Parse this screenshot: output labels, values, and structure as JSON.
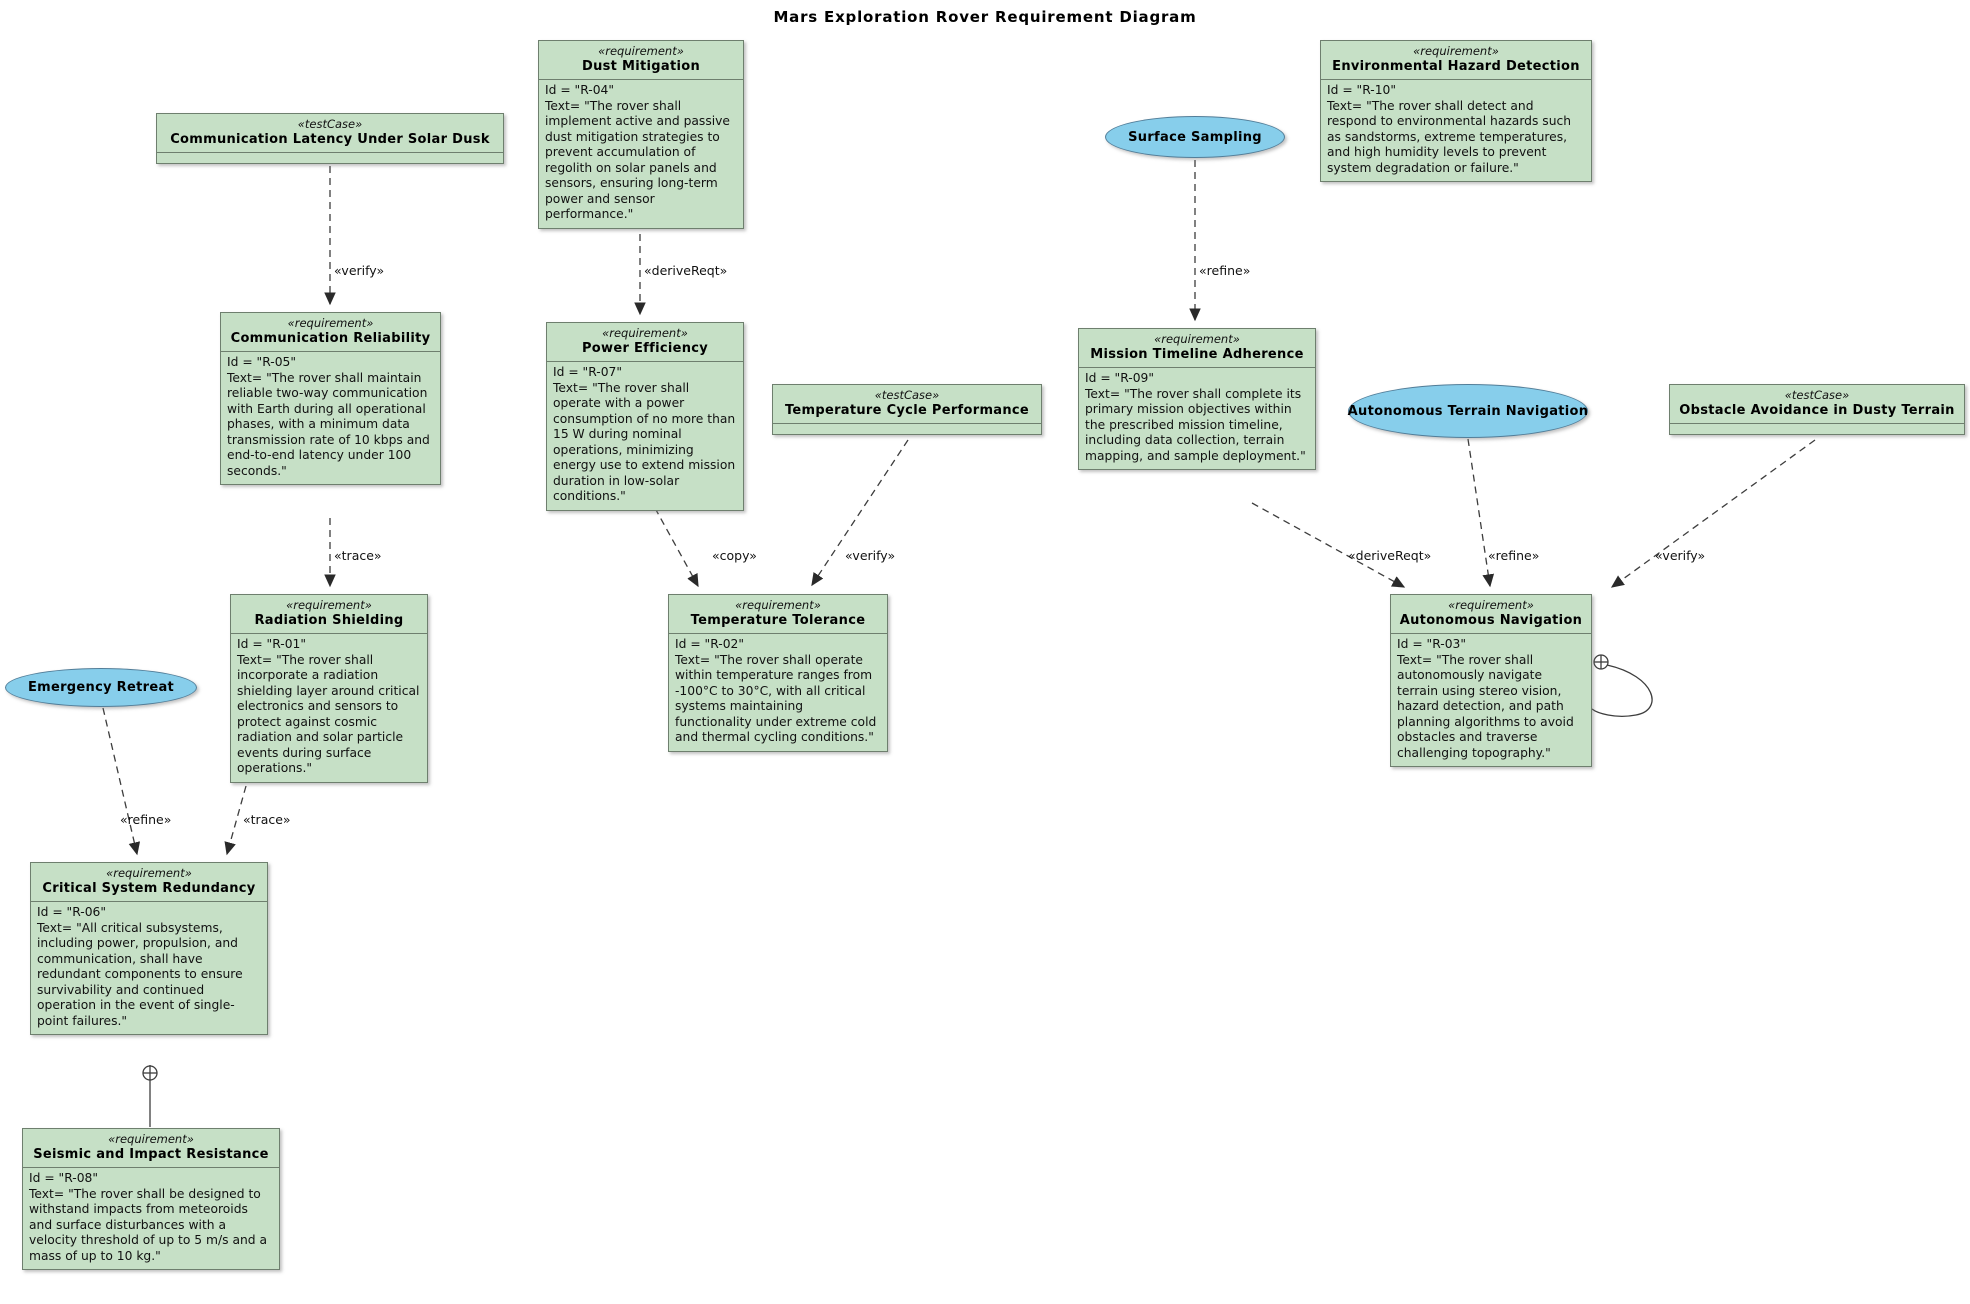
{
  "title": "Mars Exploration Rover Requirement Diagram",
  "colors": {
    "requirement_fill": "#c6e0c6",
    "requirement_border": "#6e7f6e",
    "usecase_fill": "#87ceeb",
    "usecase_border": "#527e99",
    "edge_stroke": "#3d3d3d"
  },
  "icons": {
    "containment_icon": "⊕ (circle with cross, containment connector)",
    "arrowhead_icon": "▼ (filled triangle arrowhead)"
  },
  "requirements": {
    "dust_mitigation": {
      "stereotype": "«requirement»",
      "name": "Dust Mitigation",
      "id": "Id =  \"R-04\"",
      "text": "Text= \"The rover shall implement active and passive dust mitigation strategies to prevent accumulation of regolith on solar panels and sensors, ensuring long-term power and sensor performance.\""
    },
    "environmental_hazard_detection": {
      "stereotype": "«requirement»",
      "name": "Environmental Hazard Detection",
      "id": "Id =  \"R-10\"",
      "text": "Text= \"The rover shall detect and respond to environmental hazards such as sandstorms, extreme temperatures, and high humidity levels to prevent system degradation or failure.\""
    },
    "communication_reliability": {
      "stereotype": "«requirement»",
      "name": "Communication Reliability",
      "id": "Id =  \"R-05\"",
      "text": "Text= \"The rover shall maintain reliable two-way communication with Earth during all operational phases, with a minimum data transmission rate of 10 kbps and end-to-end latency under 100 seconds.\""
    },
    "power_efficiency": {
      "stereotype": "«requirement»",
      "name": "Power Efficiency",
      "id": "Id =  \"R-07\"",
      "text": "Text= \"The rover shall operate with a power consumption of no more than 15 W during nominal operations, minimizing energy use to extend mission duration in low-solar conditions.\""
    },
    "mission_timeline_adherence": {
      "stereotype": "«requirement»",
      "name": "Mission Timeline Adherence",
      "id": "Id =  \"R-09\"",
      "text": "Text= \"The rover shall complete its primary mission objectives within the prescribed mission timeline, including data collection, terrain mapping, and sample deployment.\""
    },
    "radiation_shielding": {
      "stereotype": "«requirement»",
      "name": "Radiation Shielding",
      "id": "Id =  \"R-01\"",
      "text": "Text= \"The rover shall incorporate a radiation shielding layer around critical electronics and sensors to protect against cosmic radiation and solar particle events during surface operations.\""
    },
    "temperature_tolerance": {
      "stereotype": "«requirement»",
      "name": "Temperature Tolerance",
      "id": "Id =  \"R-02\"",
      "text": "Text= \"The rover shall operate within temperature ranges from -100°C to 30°C, with all critical systems maintaining functionality under extreme cold and thermal cycling conditions.\""
    },
    "autonomous_navigation": {
      "stereotype": "«requirement»",
      "name": "Autonomous Navigation",
      "id": "Id =  \"R-03\"",
      "text": "Text= \"The rover shall autonomously navigate terrain using stereo vision, hazard detection, and path planning algorithms to avoid obstacles and traverse challenging topography.\""
    },
    "critical_system_redundancy": {
      "stereotype": "«requirement»",
      "name": "Critical System Redundancy",
      "id": "Id =  \"R-06\"",
      "text": "Text= \"All critical subsystems, including power, propulsion, and communication, shall have redundant components to ensure survivability and continued operation in the event of single-point failures.\""
    },
    "seismic_impact_resistance": {
      "stereotype": "«requirement»",
      "name": "Seismic and Impact Resistance",
      "id": "Id =  \"R-08\"",
      "text": "Text= \"The rover shall be designed to withstand impacts from meteoroids and surface disturbances with a velocity threshold of up to 5 m/s and a mass of up to 10 kg.\""
    }
  },
  "testcases": {
    "communication_latency": {
      "stereotype": "«testCase»",
      "name": "Communication Latency Under Solar Dusk"
    },
    "temperature_cycle": {
      "stereotype": "«testCase»",
      "name": "Temperature Cycle Performance"
    },
    "obstacle_avoidance": {
      "stereotype": "«testCase»",
      "name": "Obstacle Avoidance in Dusty Terrain"
    }
  },
  "usecases": {
    "surface_sampling": {
      "name": "Surface Sampling"
    },
    "autonomous_terrain_navigation": {
      "name": "Autonomous Terrain Navigation"
    },
    "emergency_retreat": {
      "name": "Emergency Retreat"
    }
  },
  "edges": [
    {
      "id": "verify-commlatency-commreliability",
      "label": "«verify»"
    },
    {
      "id": "deriveReqt-dust-power",
      "label": "«deriveReqt»"
    },
    {
      "id": "refine-sampling-mission",
      "label": "«refine»"
    },
    {
      "id": "trace-commreliability-radiation",
      "label": "«trace»"
    },
    {
      "id": "copy-power-temptolerance",
      "label": "«copy»"
    },
    {
      "id": "verify-tempcycle-temptolerance",
      "label": "«verify»"
    },
    {
      "id": "deriveReqt-mission-autonav",
      "label": "«deriveReqt»"
    },
    {
      "id": "refine-terrainnav-autonav",
      "label": "«refine»"
    },
    {
      "id": "verify-obstacle-autonav",
      "label": "«verify»"
    },
    {
      "id": "refine-retreat-redundancy",
      "label": "«refine»"
    },
    {
      "id": "trace-radiation-redundancy",
      "label": "«trace»"
    }
  ]
}
